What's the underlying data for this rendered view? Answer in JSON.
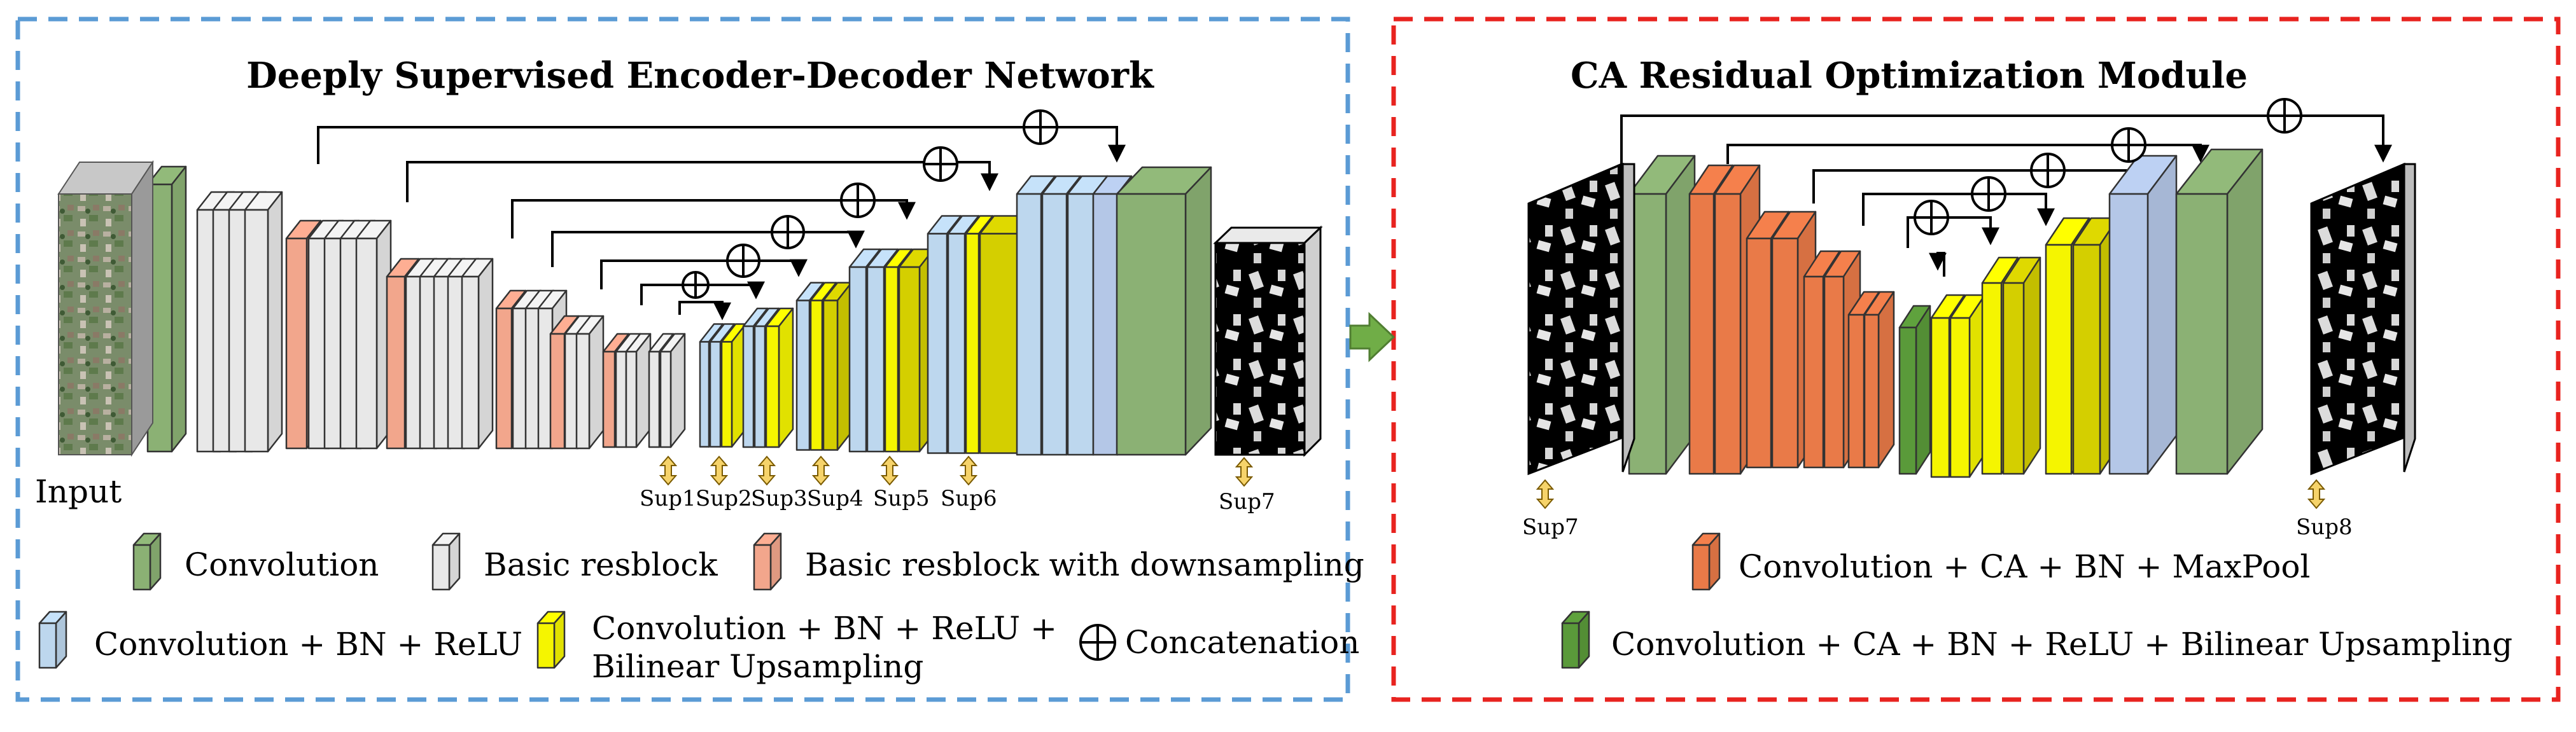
{
  "left_panel": {
    "title": "Deeply Supervised Encoder-Decoder Network",
    "input_label": "Input",
    "sup_labels": [
      "Sup1",
      "Sup2",
      "Sup3",
      "Sup4",
      "Sup5",
      "Sup6",
      "Sup7"
    ],
    "legend": {
      "convolution": "Convolution",
      "basic_resblock": "Basic resblock",
      "resblock_down": "Basic resblock with downsampling",
      "conv_bn_relu": "Convolution + BN + ReLU",
      "conv_bn_relu_up_1": "Convolution + BN + ReLU +",
      "conv_bn_relu_up_2": "Bilinear Upsampling",
      "concatenation": "Concatenation"
    }
  },
  "right_panel": {
    "title": "CA Residual Optimization Module",
    "sup_in": "Sup7",
    "sup_out": "Sup8",
    "legend": {
      "conv_ca_bn_maxpool": "Convolution + CA + BN + MaxPool",
      "conv_ca_bn_relu_up": "Convolution + CA + BN + ReLU + Bilinear Upsampling"
    }
  },
  "colors": {
    "left_border": "#5b9bd5",
    "right_border": "#e8231f",
    "convolution": "#8bb174",
    "basic_resblock": "#e8e8e8",
    "resblock_down": "#f2a68c",
    "conv_bn_relu": "#bdd7ee",
    "yellow": "#f5f500",
    "olive": "#d4cf00",
    "orange": "#e97a48",
    "dark_green": "#5a9a3a",
    "lavender": "#b4c7e7",
    "arrow": "#70ad47"
  }
}
